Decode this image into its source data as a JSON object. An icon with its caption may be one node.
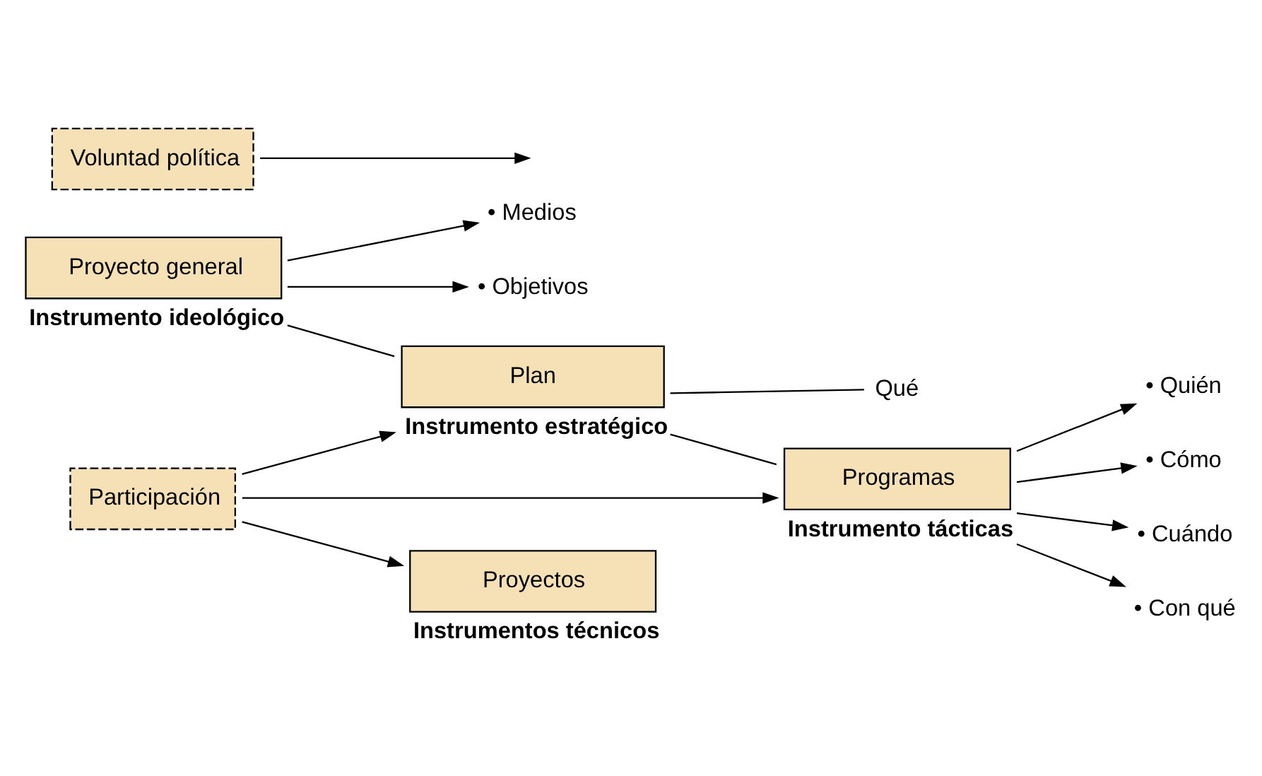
{
  "diagram": {
    "nodes": [
      {
        "text": [
          "Proyecto general"
        ],
        "beside": [
          "Instrumento ideológico"
        ]
      },
      {
        "text": [
          "• Medios"
        ]
      },
      {
        "text": [
          "• Objetivos"
        ]
      },
      {
        "text": [
          "Voluntad política"
        ]
      },
      {
        "text": [
          "Plan"
        ],
        "beside": [
          "Instrumento estratégico"
        ]
      },
      {
        "text": [
          "Qué"
        ]
      },
      {
        "text": [
          "Programas"
        ],
        "beside": [
          "Instrumento tácticas"
        ]
      },
      {
        "text": [
          "• Quién"
        ]
      },
      {
        "text": [
          "• Cómo"
        ]
      },
      {
        "text": [
          "• Cuándo"
        ]
      },
      {
        "text": [
          "• Con qué"
        ]
      },
      {
        "text": [
          "Participación"
        ]
      },
      {
        "text": [
          "Proyectos"
        ],
        "beside": [
          "Instrumentos técnicos"
        ]
      }
    ],
    "edges": [
      {
        "from": 0,
        "to": 1,
        "arrow": "to"
      },
      {
        "from": 0,
        "to": 2,
        "arrow": "to"
      },
      {
        "from": 3,
        "to": null,
        "arrow": "to"
      },
      {
        "from": 0,
        "to": 4,
        "arrow": "none"
      },
      {
        "from": 4,
        "to": 5,
        "arrow": "none"
      },
      {
        "from": 4,
        "to": 6,
        "arrow": "none"
      },
      {
        "from": 6,
        "to": 7,
        "arrow": "to"
      },
      {
        "from": 6,
        "to": 8,
        "arrow": "to"
      },
      {
        "from": 6,
        "to": 9,
        "arrow": "to"
      },
      {
        "from": 6,
        "to": 10,
        "arrow": "to"
      },
      {
        "from": 11,
        "to": 4,
        "arrow": "to"
      },
      {
        "from": 11,
        "to": 6,
        "arrow": "to"
      },
      {
        "from": 11,
        "to": 12,
        "arrow": "to"
      }
    ]
  }
}
